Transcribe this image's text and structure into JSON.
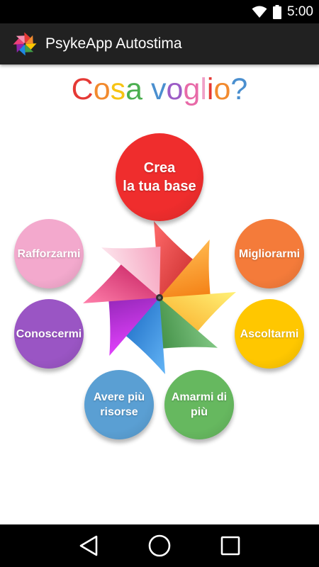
{
  "status_bar": {
    "time": "5:00",
    "icons": [
      "wifi-icon",
      "battery-icon"
    ]
  },
  "action_bar": {
    "app_icon": "pinwheel-icon",
    "title": "PsykeApp Autostima"
  },
  "heading": {
    "letters": [
      {
        "char": "C",
        "color": "#e53935"
      },
      {
        "char": "o",
        "color": "#f28a2e"
      },
      {
        "char": "s",
        "color": "#f7c413"
      },
      {
        "char": "a",
        "color": "#4caf50"
      },
      {
        "char": " ",
        "color": "#ffffff"
      },
      {
        "char": "v",
        "color": "#4a8fcf"
      },
      {
        "char": "o",
        "color": "#9c5cc6"
      },
      {
        "char": "g",
        "color": "#e86aa8"
      },
      {
        "char": "l",
        "color": "#f0a0c8"
      },
      {
        "char": "i",
        "color": "#e53935"
      },
      {
        "char": "o",
        "color": "#f28a2e"
      },
      {
        "char": "?",
        "color": "#4a8fcf"
      }
    ]
  },
  "options": {
    "base": {
      "label": "Crea\nla tua base",
      "color": "#ef2d2d"
    },
    "rafforzarmi": {
      "label": "Rafforzarmi",
      "color": "#f3a9cd"
    },
    "migliorarmi": {
      "label": "Migliorarmi",
      "color": "#f47b3a"
    },
    "conoscermi": {
      "label": "Conoscermi",
      "color": "#9a55c4"
    },
    "ascoltarmi": {
      "label": "Ascoltarmi",
      "color": "#ffc700"
    },
    "risorse": {
      "label": "Avere più\nrisorse",
      "color": "#5a9fd3"
    },
    "amarmi": {
      "label": "Amarmi di\npiù",
      "color": "#66b85f"
    }
  },
  "nav_bar": {
    "icons": [
      "back-icon",
      "home-icon",
      "recents-icon"
    ]
  }
}
